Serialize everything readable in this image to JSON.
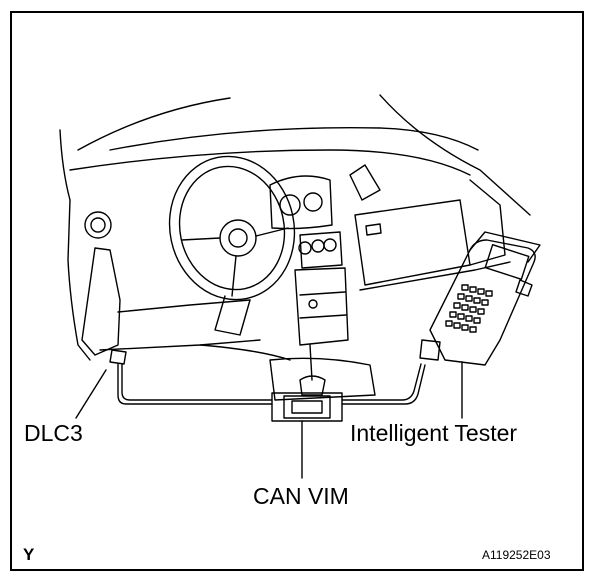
{
  "labels": {
    "dlc3": "DLC3",
    "intelligent_tester": "Intelligent Tester",
    "can_vim": "CAN VIM",
    "corner_mark": "Y",
    "figure_code": "A119252E03"
  },
  "colors": {
    "line": "#000000",
    "background": "#ffffff"
  }
}
